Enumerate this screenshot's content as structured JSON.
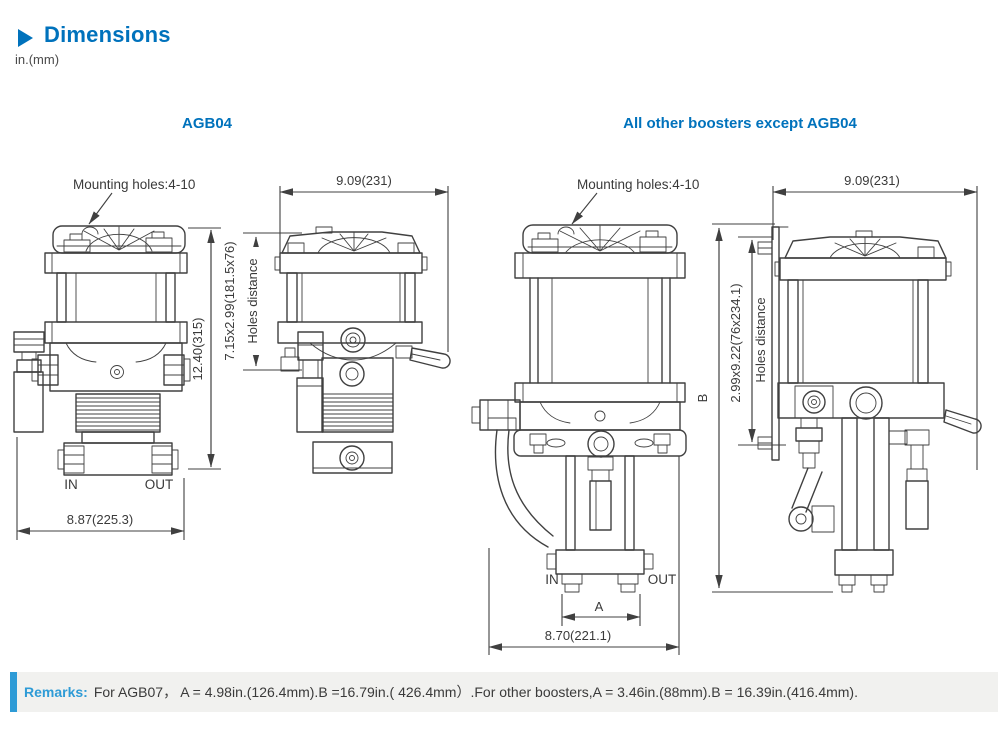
{
  "header": {
    "title": "Dimensions",
    "units": "in.(mm)"
  },
  "sections": {
    "agb04": "AGB04",
    "others": "All other boosters except AGB04"
  },
  "agb04_front": {
    "mounting_holes": "Mounting holes:4-10",
    "height": "12.40(315)",
    "width": "8.87(225.3)",
    "inlet": "IN",
    "outlet": "OUT"
  },
  "agb04_side": {
    "width": "9.09(231)",
    "holes": "7.15x2.99(181.5x76)",
    "holes_label": "Holes distance"
  },
  "others_front": {
    "mounting_holes": "Mounting holes:4-10",
    "a": "A",
    "width": "8.70(221.1)",
    "inlet": "IN",
    "outlet": "OUT"
  },
  "others_side": {
    "width": "9.09(231)",
    "holes": "2.99x9.22(76x234.1)",
    "holes_label": "Holes distance",
    "b": "B"
  },
  "remarks": {
    "label": "Remarks:",
    "text": "For AGB07， A = 4.98in.(126.4mm).B =16.79in.( 426.4mm）.For other boosters,A = 3.46in.(88mm).B = 16.39in.(416.4mm)."
  },
  "colors": {
    "accent": "#0072BC",
    "remarks_accent": "#2E9BD6",
    "line": "#404040",
    "remarks_bg": "#F1F1EF"
  }
}
